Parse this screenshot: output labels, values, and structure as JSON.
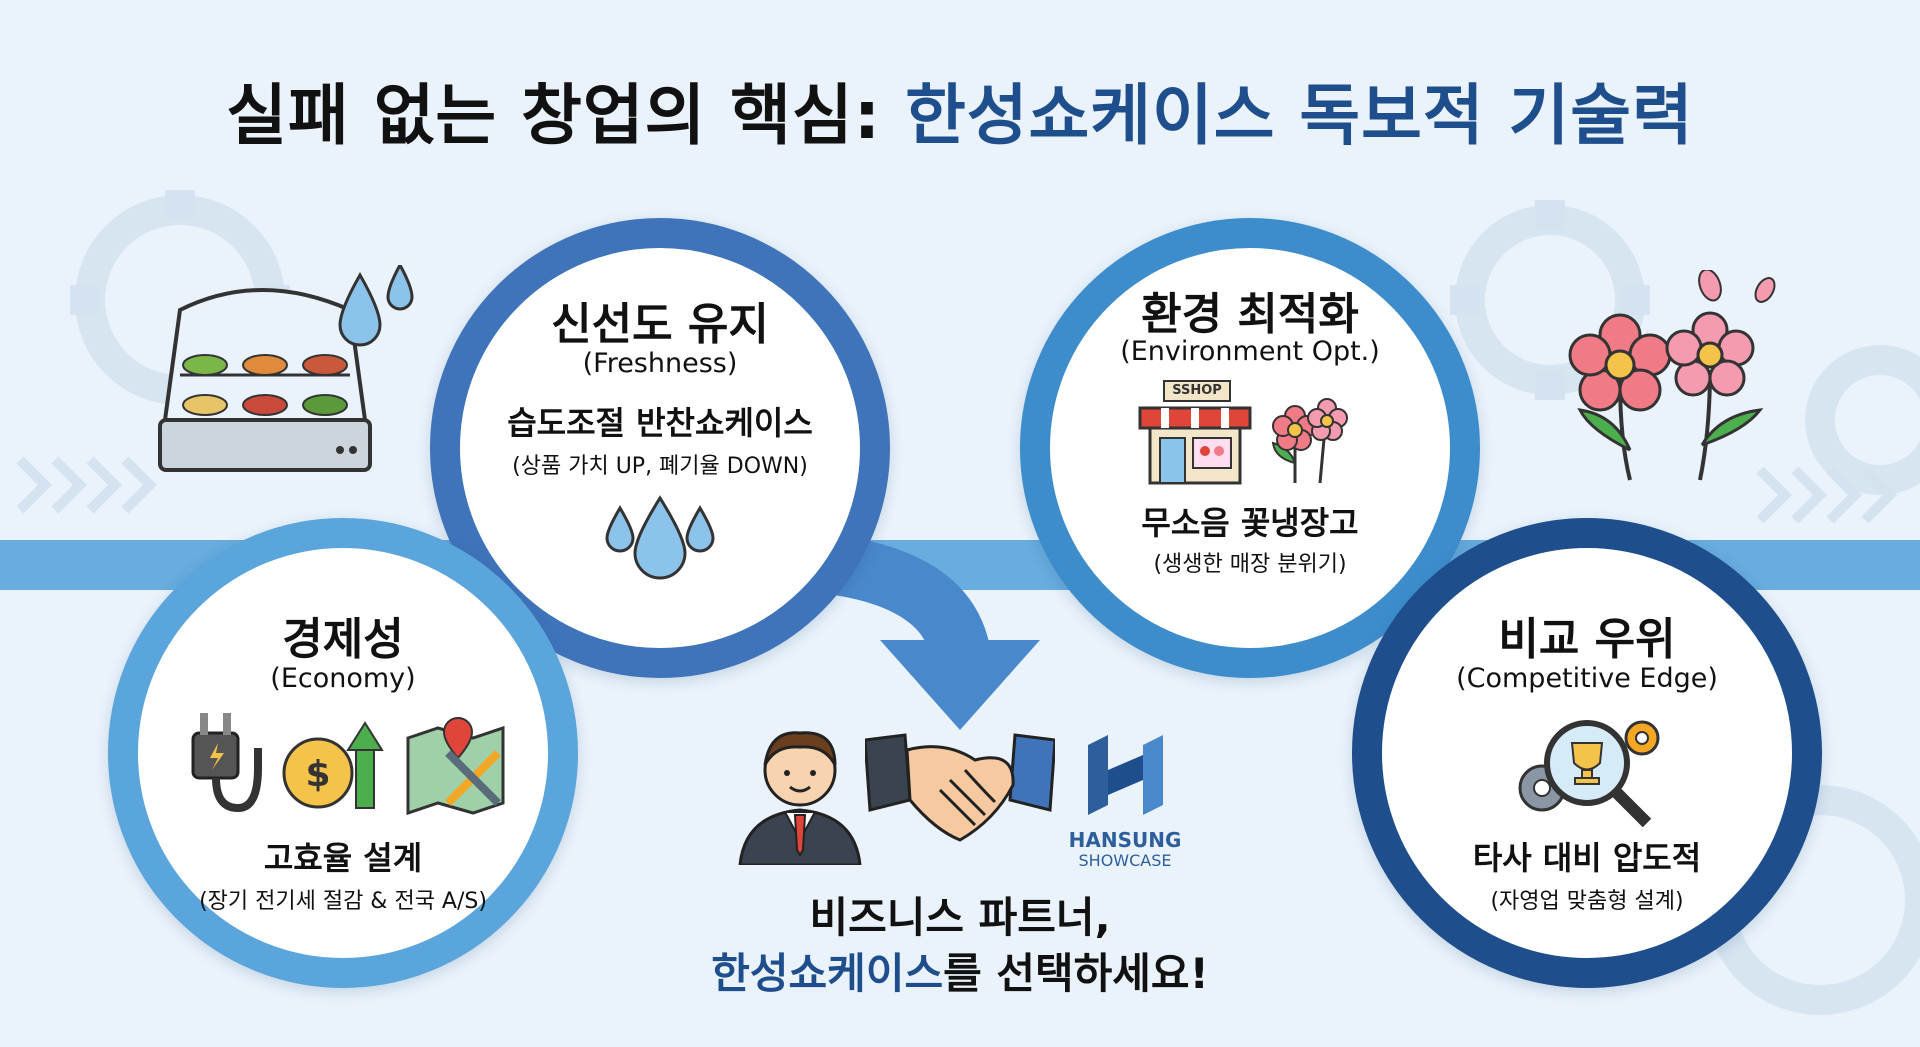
{
  "title": {
    "part1": "실패 없는 창업의 핵심:",
    "part2": "한성쇼케이스 독보적 기술력"
  },
  "freshness": {
    "heading": "신선도 유지",
    "english": "(Freshness)",
    "subtitle": "습도조절 반찬쇼케이스",
    "note": "(상품 가치 UP, 폐기율 DOWN)"
  },
  "economy": {
    "heading": "경제성",
    "english": "(Economy)",
    "subtitle": "고효율 설계",
    "note": "(장기 전기세 절감 & 전국 A/S)"
  },
  "environment": {
    "heading": "환경 최적화",
    "english": "(Environment Opt.)",
    "shop_sign": "SSHOP",
    "subtitle": "무소음 꽃냉장고",
    "note": "(생생한 매장 분위기)"
  },
  "competitive": {
    "heading": "비교 우위",
    "english": "(Competitive Edge)",
    "subtitle": "타사 대비 압도적",
    "note": "(자영업 맞춤형 설계)"
  },
  "cta": {
    "line1": "비즈니스 파트너,",
    "brand": "한성쇼케이스",
    "line2_rest": "를 선택하세요!"
  },
  "logo": {
    "name": "HANSUNG",
    "tagline": "SHOWCASE"
  },
  "colors": {
    "navy": "#1f4e8c",
    "blue": "#3f74bb",
    "light_blue": "#5aa5db",
    "background": "#eaf3fb"
  }
}
